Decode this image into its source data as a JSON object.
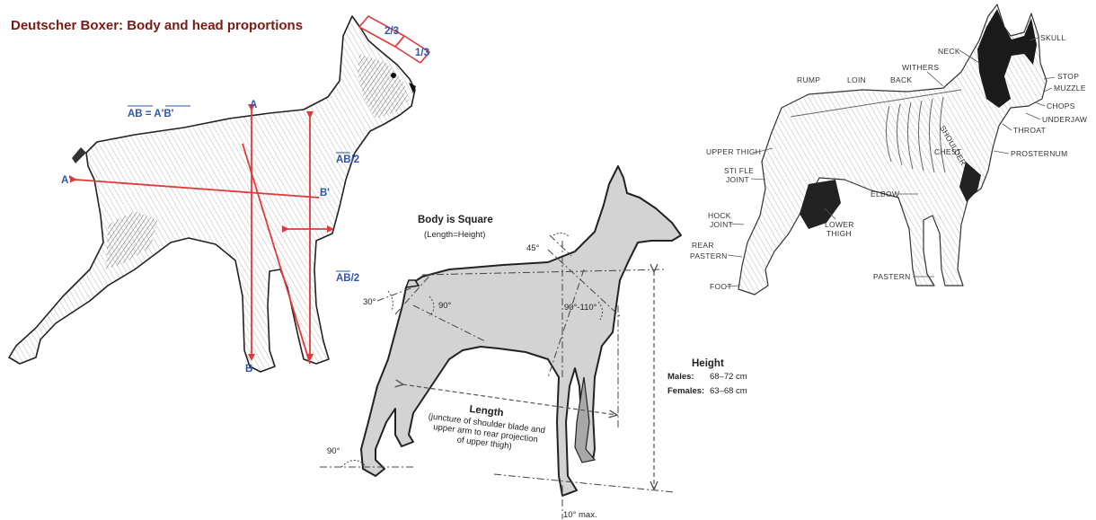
{
  "boxer": {
    "title": "Deutscher Boxer: Body and head proportions",
    "title_color": "#7a1a14",
    "label_color": "#2f55a8",
    "line_color": "#e03a3a",
    "labels": {
      "two_thirds": "2/3",
      "one_third": "1/3",
      "ab_equals": "AB = A'B'",
      "a": "A",
      "b": "B",
      "a_prime": "A'",
      "b_prime": "B'",
      "ab_half_right": "AB/2",
      "ab_half_left": "AB/2"
    }
  },
  "doberman": {
    "heading": "Body is Square",
    "subheading": "(Length=Height)",
    "body_color": "#d3d3d3",
    "angles": {
      "a45": "45°",
      "a30": "30°",
      "a90_top": "90°",
      "a90_110": "90°-110°",
      "a90_bottom": "90°",
      "a10_max": "10° max."
    },
    "height": {
      "label": "Height",
      "males_label": "Males:",
      "males_value": "68–72 cm",
      "females_label": "Females:",
      "females_value": "63–68 cm"
    },
    "length": {
      "label": "Length",
      "line1": "(juncture of shoulder blade and",
      "line2": "upper arm to rear projection",
      "line3": "of upper thigh)"
    }
  },
  "boston": {
    "labels": {
      "neck": "NECK",
      "skull": "SKULL",
      "withers": "WITHERS",
      "rump": "RUMP",
      "loin": "LOIN",
      "back": "BACK",
      "stop": "STOP",
      "muzzle": "MUZZLE",
      "chops": "CHOPS",
      "underjaw": "UNDERJAW",
      "throat": "THROAT",
      "upper_thigh": "UPPER  THIGH",
      "stifle_1": "STI FLE",
      "stifle_2": "JOINT",
      "prosternum": "PROSTERNUM",
      "elbow": "ELBOW",
      "hock_1": "HOCK",
      "hock_2": "JOINT",
      "lower_1": "LOWER",
      "lower_2": "THIGH",
      "rear_1": "REAR",
      "rear_2": "PASTERN",
      "foot": "FOOT",
      "pastern": "PASTERN",
      "shoulder": "SHOULDER",
      "chest": "CHEST"
    }
  }
}
